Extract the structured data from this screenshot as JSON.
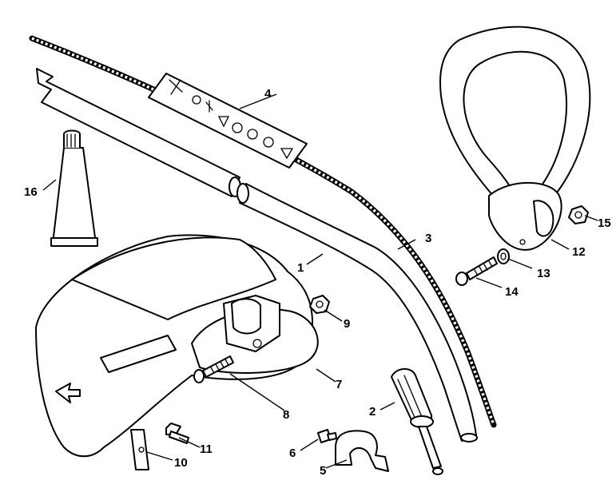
{
  "diagram": {
    "callouts": {
      "c1": "1",
      "c2": "2",
      "c3": "3",
      "c4": "4",
      "c5": "5",
      "c6": "6",
      "c7": "7",
      "c8": "8",
      "c9": "9",
      "c10": "10",
      "c11": "11",
      "c12": "12",
      "c13": "13",
      "c14": "14",
      "c15": "15",
      "c16": "16"
    }
  },
  "colors": {
    "line": "#000000",
    "background": "#ffffff"
  }
}
